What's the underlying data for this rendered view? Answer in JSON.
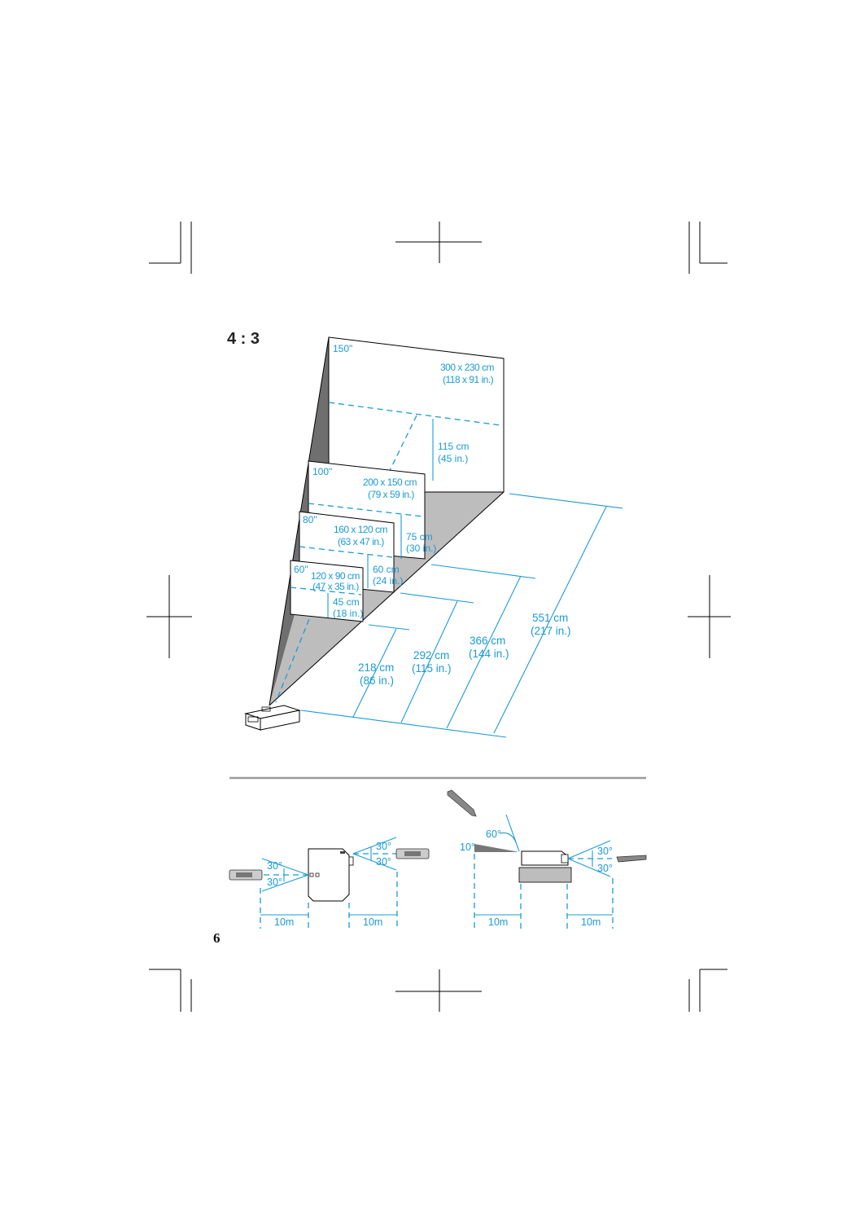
{
  "header": {
    "aspect_ratio": "4 : 3"
  },
  "screens": [
    {
      "diagonal": "150\"",
      "size_cm": "300 x 230 cm",
      "size_in": "(118 x 91 in.)",
      "offset_cm": "115 cm",
      "offset_in": "(45 in.)"
    },
    {
      "diagonal": "100\"",
      "size_cm": "200 x 150 cm",
      "size_in": "(79 x 59 in.)",
      "offset_cm": "75 cm",
      "offset_in": "(30 in.)"
    },
    {
      "diagonal": "80\"",
      "size_cm": "160 x 120 cm",
      "size_in": "(63 x 47 in.)",
      "offset_cm": "60 cm",
      "offset_in": "(24 in.)"
    },
    {
      "diagonal": "60\"",
      "size_cm": "120 x 90 cm",
      "size_in": "(47 x 35 in.)",
      "offset_cm": "45 cm",
      "offset_in": "(18 in.)"
    }
  ],
  "distances": [
    {
      "cm": "551 cm",
      "in": "(217 in.)"
    },
    {
      "cm": "366 cm",
      "in": "(144 in.)"
    },
    {
      "cm": "292 cm",
      "in": "(115 in.)"
    },
    {
      "cm": "218 cm",
      "in": "(86 in.)"
    }
  ],
  "remote_range": {
    "angle_30": "30°",
    "angle_60": "60°",
    "angle_10": "10°",
    "range": "10m"
  },
  "footer": {
    "page_number": "6"
  },
  "colors": {
    "accent": "#1a9bd7",
    "shadow": "#b9b9b9",
    "rule": "#9a9a9a"
  }
}
